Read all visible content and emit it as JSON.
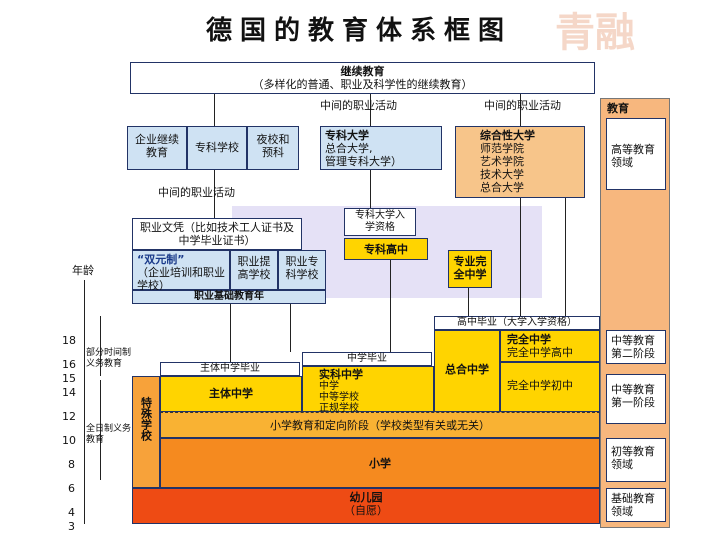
{
  "title": "德国的教育体系框图",
  "continuing": {
    "title": "继续教育",
    "subtitle": "（多样化的普通、职业及科学性的继续教育）"
  },
  "mid_activity_1": "中间的职业活动",
  "mid_activity_2": "中间的职业活动",
  "mid_activity_3": "中间的职业活动",
  "box_enterprise": "企业继续教育",
  "box_college": "专科学校",
  "box_night": "夜校和预科",
  "box_fachhochschule": {
    "title": "专科大学",
    "line1": "总合大学,",
    "line2": "管理专科大学）"
  },
  "box_university": {
    "title": "综合性大学",
    "items": [
      "师范学院",
      "艺术学院",
      "技术大学",
      "总合大学"
    ]
  },
  "right_column": {
    "header": "教育",
    "higher": "高等教育领域",
    "sec2": "中等教育第二阶段",
    "sec1": "中等教育第一阶段",
    "primary": "初等教育领域",
    "basic": "基础教育领域"
  },
  "vocational_cert": "职业文凭（比如技术工人证书及中学毕业证书）",
  "fach_entry": "专科大学入学资格",
  "fach_high": "专科高中",
  "dual": {
    "title": "“双元制”",
    "sub": "（企业培训和职业学校）"
  },
  "voc_upgrade": "职业提高学校",
  "voc_special": "职业专科学校",
  "voc_base_year": "职业基础教育年",
  "special_full": "专业完全中学",
  "age_label": "年龄",
  "ages": [
    "18",
    "16",
    "15",
    "14",
    "12",
    "10",
    "8",
    "6",
    "4",
    "3"
  ],
  "part_time": "部分时间制义务教育",
  "full_time": "全日制义务教育",
  "hs_grad_univ": "高中毕业（大学入学资格）",
  "main_grad": "主体中学毕业",
  "mid_grad": "中学毕业",
  "main_school": "主体中学",
  "real_school": {
    "title": "实科中学",
    "items": [
      "中学",
      "中等学校",
      "正规学校"
    ]
  },
  "comprehensive": "总合中学",
  "gymnasium_upper": {
    "title": "完全中学",
    "sub": "完全中学高中"
  },
  "gymnasium_lower": "完全中学初中",
  "special_school": "特殊学校",
  "orientation": "小学教育和定向阶段（学校类型有关或无关）",
  "primary": "小学",
  "kindergarten": {
    "title": "幼儿园",
    "sub": "（自愿）"
  }
}
